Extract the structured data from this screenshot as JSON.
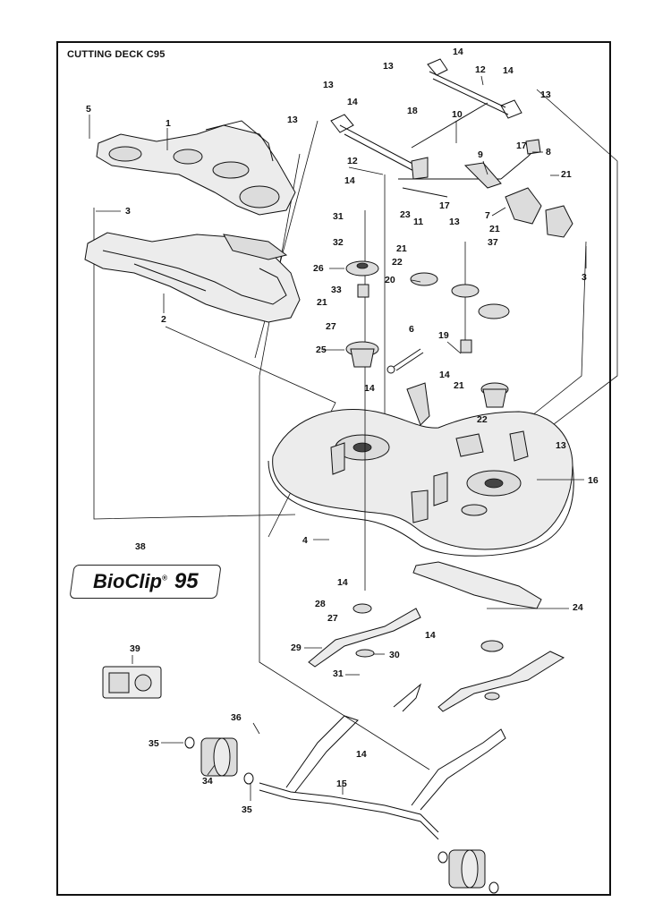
{
  "title": "CUTTING DECK C95",
  "logo": {
    "brand": "BioClip",
    "mark": "®",
    "model": "95"
  },
  "labels": [
    "1",
    "2",
    "3",
    "4",
    "5",
    "6",
    "7",
    "8",
    "9",
    "10",
    "11",
    "12",
    "13",
    "14",
    "15",
    "16",
    "17",
    "19",
    "20",
    "21",
    "22",
    "23",
    "24",
    "25",
    "26",
    "27",
    "28",
    "29",
    "30",
    "31",
    "32",
    "33",
    "34",
    "35",
    "36",
    "37",
    "38",
    "39",
    "18"
  ],
  "colors": {
    "line": "#111111",
    "deck_fill": "#e8e8e8",
    "part_fill": "#d6d6d6",
    "dark": "#333333"
  }
}
